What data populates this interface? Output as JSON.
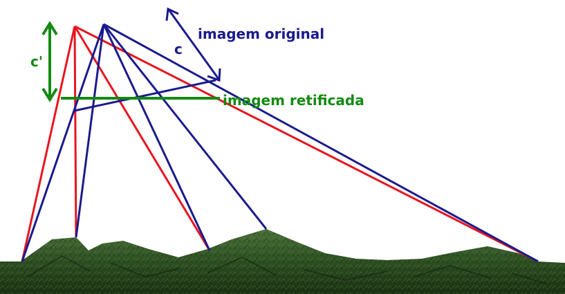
{
  "labels": {
    "original": "imagem original",
    "rectified": "imagem retificada",
    "c": "c",
    "c_prime": "c'"
  },
  "colors": {
    "blue": "#1a1a8c",
    "red": "#e8141e",
    "green": "#138a13",
    "terrain_dark": "#1f3a17",
    "terrain_mid": "#2f5224",
    "terrain_light": "#4a7038"
  }
}
